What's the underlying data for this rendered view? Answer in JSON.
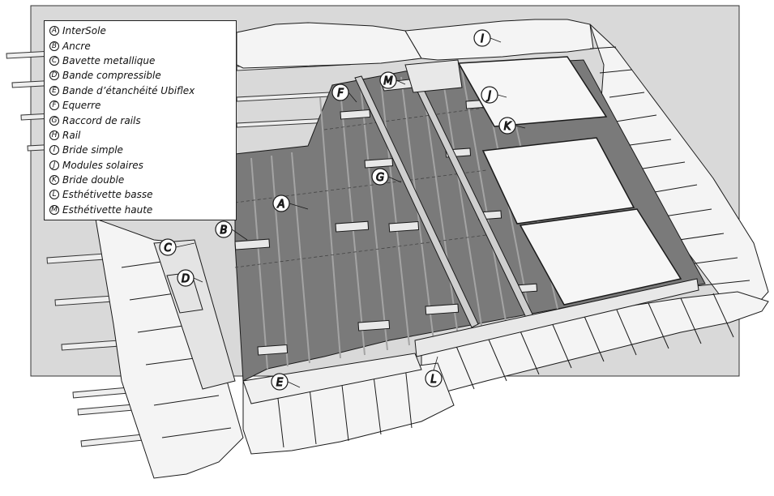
{
  "legend": {
    "items": [
      {
        "letter": "A",
        "label": "InterSole"
      },
      {
        "letter": "B",
        "label": "Ancre"
      },
      {
        "letter": "C",
        "label": "Bavette metallique"
      },
      {
        "letter": "D",
        "label": "Bande compressible"
      },
      {
        "letter": "E",
        "label": "Bande d’étanchéité Ubiflex"
      },
      {
        "letter": "F",
        "label": "Equerre"
      },
      {
        "letter": "G",
        "label": "Raccord de rails"
      },
      {
        "letter": "H",
        "label": "Rail"
      },
      {
        "letter": "I",
        "label": "Bride simple"
      },
      {
        "letter": "J",
        "label": "Modules solaires"
      },
      {
        "letter": "K",
        "label": "Bride double"
      },
      {
        "letter": "L",
        "label": "Esthétivette basse"
      },
      {
        "letter": "M",
        "label": "Esthétivette haute"
      }
    ]
  },
  "callouts": {
    "A": "A",
    "B": "B",
    "C": "C",
    "D": "D",
    "E": "E",
    "F": "F",
    "G": "G",
    "I": "I",
    "J": "J",
    "K": "K",
    "L": "L",
    "M": "M"
  },
  "colors": {
    "membrane": "#7a7a7a",
    "membrane_rib": "#a4a4a4",
    "panel": "#f6f6f6",
    "tile": "#f4f4f4",
    "outline": "#1a1a1a",
    "background_box": "#d9d9d9"
  }
}
